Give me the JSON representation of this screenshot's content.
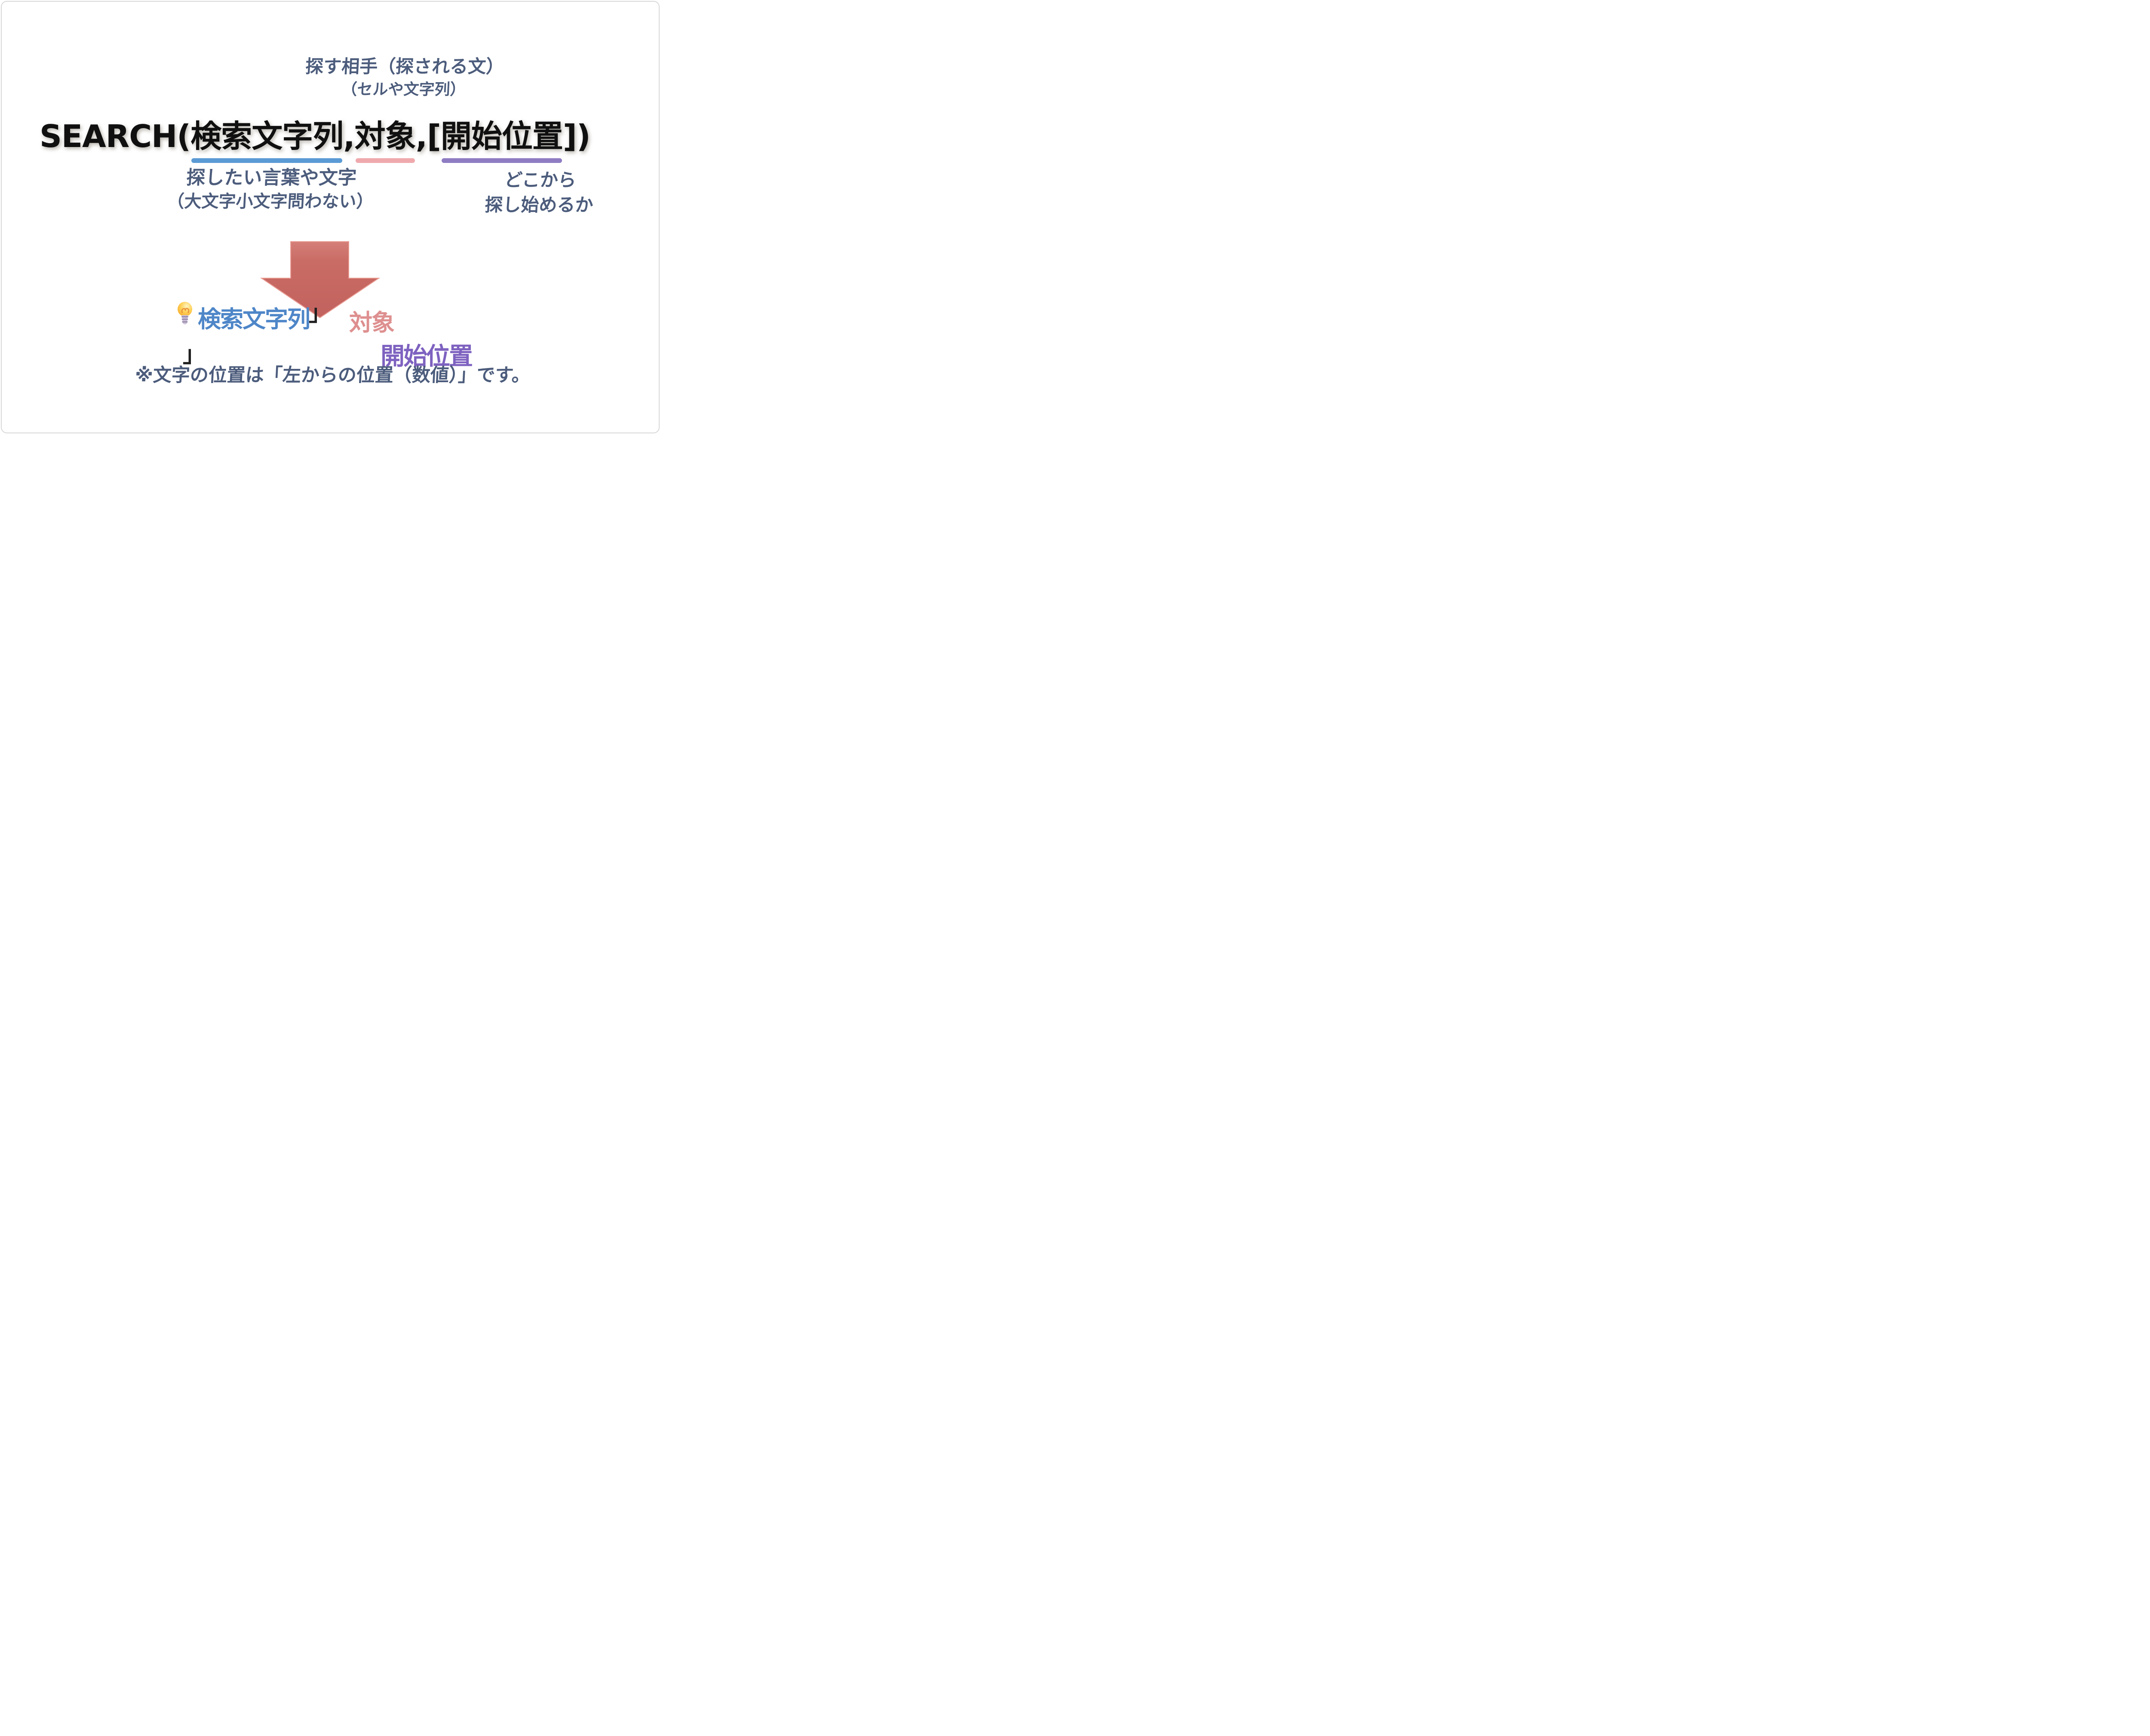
{
  "top_annotation": {
    "line1": "探す相手（探される文）",
    "line2": "（セルや文字列）"
  },
  "formula": {
    "prefix": "SEARCH(",
    "arg1": "検索文字列",
    "comma1": ",",
    "arg2": "対象",
    "comma2": ",[",
    "arg3": "開始位置",
    "suffix": "])"
  },
  "arg_annotations": {
    "left": {
      "line1": "探したい言葉や文字",
      "line2": "（大文字小文字問わない）"
    },
    "right": {
      "line1": "どこから",
      "line2": "探し始めるか"
    }
  },
  "hint": {
    "term1": "検索文字列",
    "bracket_after_term1": "」",
    "term2": "対象",
    "bracket_line2": "」",
    "term3": "開始位置",
    "note": "※文字の位置は「左からの位置（数値）」です。"
  },
  "icons": {
    "lightbulb": "lightbulb-icon",
    "down_arrow": "down-arrow"
  },
  "colors": {
    "underline_blue": "#5B9BD5",
    "underline_red": "#EFA9AC",
    "underline_purple": "#8E7CC3",
    "term_blue": "#4E86C8",
    "term_red": "#DE8F8F",
    "term_purple": "#7E62C0",
    "handwriting": "#4C5C7C",
    "title_text": "#101010",
    "arrow_fill": "#CA6C66",
    "frame_border": "#D8D8D8",
    "bulb_yellow": "#FFC93C"
  }
}
